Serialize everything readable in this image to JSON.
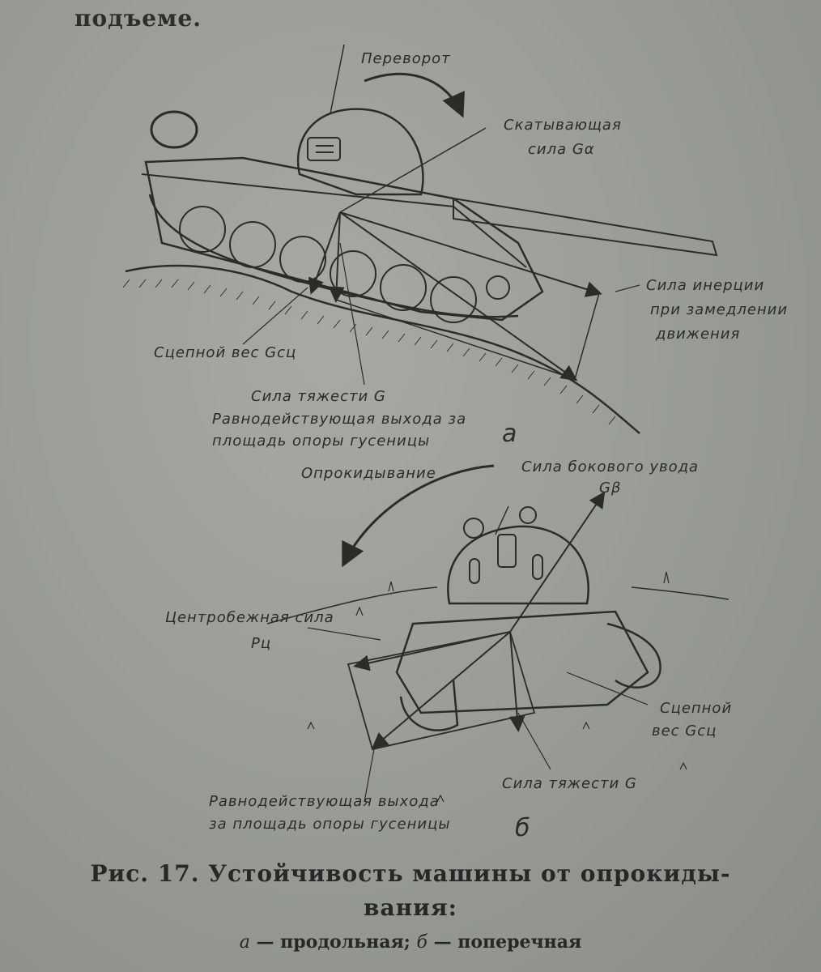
{
  "page": {
    "top_text": "подъеме.",
    "caption": {
      "line1": "Рис. 17. Устойчивость машины от опрокиды-",
      "line2": "вания:",
      "sub_a_letter": "а",
      "sub_a_text": " — продольная; ",
      "sub_b_letter": "б",
      "sub_b_text": " — поперечная"
    }
  },
  "figure_a": {
    "letter": "а",
    "labels": {
      "rollover": "Переворот",
      "rolling_force_line1": "Скатывающая",
      "rolling_force_line2": "сила Gα",
      "inertia_line1": "Сила инерции",
      "inertia_line2": "при замедлении",
      "inertia_line3": "движения",
      "traction_weight": "Сцепной вес Gсц",
      "gravity": "Сила тяжести G",
      "resultant_line1": "Равнодействующая выхода за",
      "resultant_line2": "площадь опоры гусеницы"
    }
  },
  "figure_b": {
    "letter": "б",
    "labels": {
      "overturning": "Опрокидывание",
      "lateral_force_line1": "Сила бокового увода",
      "lateral_force_line2": "Gβ",
      "centrifugal_line1": "Центробежная сила",
      "centrifugal_line2": "Pц",
      "traction_line1": "Сцепной",
      "traction_line2": "вес Gсц",
      "gravity": "Сила тяжести G",
      "resultant_line1": "Равнодействующая выхода",
      "resultant_line2": "за площадь опоры гусеницы"
    }
  },
  "colors": {
    "paper": "#9a9e97",
    "ink": "#2a2c2a"
  }
}
